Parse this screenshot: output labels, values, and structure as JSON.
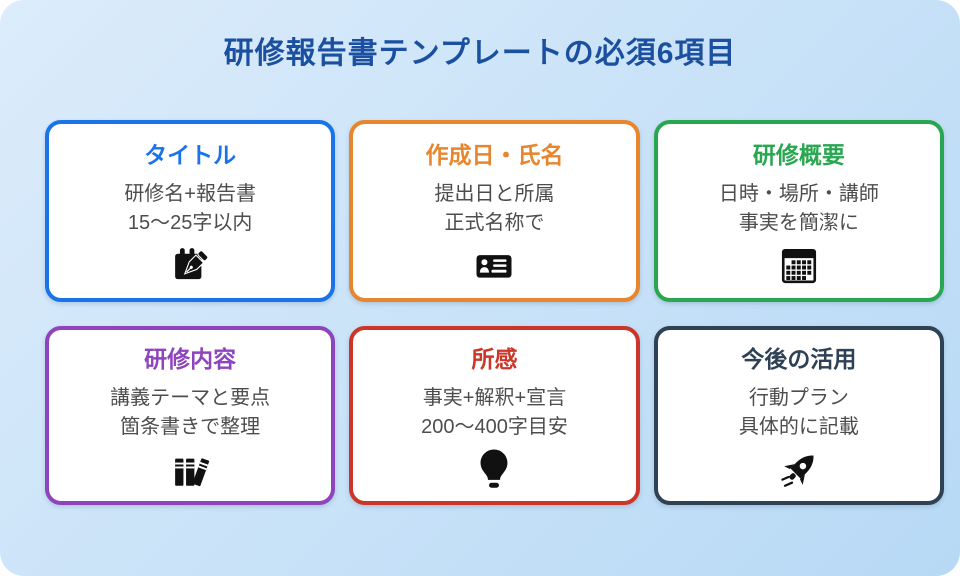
{
  "page": {
    "title": "研修報告書テンプレートの必須6項目",
    "title_color": "#1b4fa0",
    "background_gradient_start": "#dcecfb",
    "background_gradient_end": "#b7d9f5",
    "icon_color": "#111111"
  },
  "cards": [
    {
      "heading": "タイトル",
      "line1": "研修名+報告書",
      "line2": "15〜25字以内",
      "accent_color": "#1a73e8",
      "icon": "memo-pen-icon"
    },
    {
      "heading": "作成日・氏名",
      "line1": "提出日と所属",
      "line2": "正式名称で",
      "accent_color": "#e8862d",
      "icon": "id-card-icon"
    },
    {
      "heading": "研修概要",
      "line1": "日時・場所・講師",
      "line2": "事実を簡潔に",
      "accent_color": "#28a750",
      "icon": "calendar-icon"
    },
    {
      "heading": "研修内容",
      "line1": "講義テーマと要点",
      "line2": "箇条書きで整理",
      "accent_color": "#8e44bd",
      "icon": "books-icon"
    },
    {
      "heading": "所感",
      "line1": "事実+解釈+宣言",
      "line2": "200〜400字目安",
      "accent_color": "#cb3629",
      "icon": "lightbulb-icon"
    },
    {
      "heading": "今後の活用",
      "line1": "行動プラン",
      "line2": "具体的に記載",
      "accent_color": "#2f4154",
      "icon": "rocket-icon"
    }
  ]
}
